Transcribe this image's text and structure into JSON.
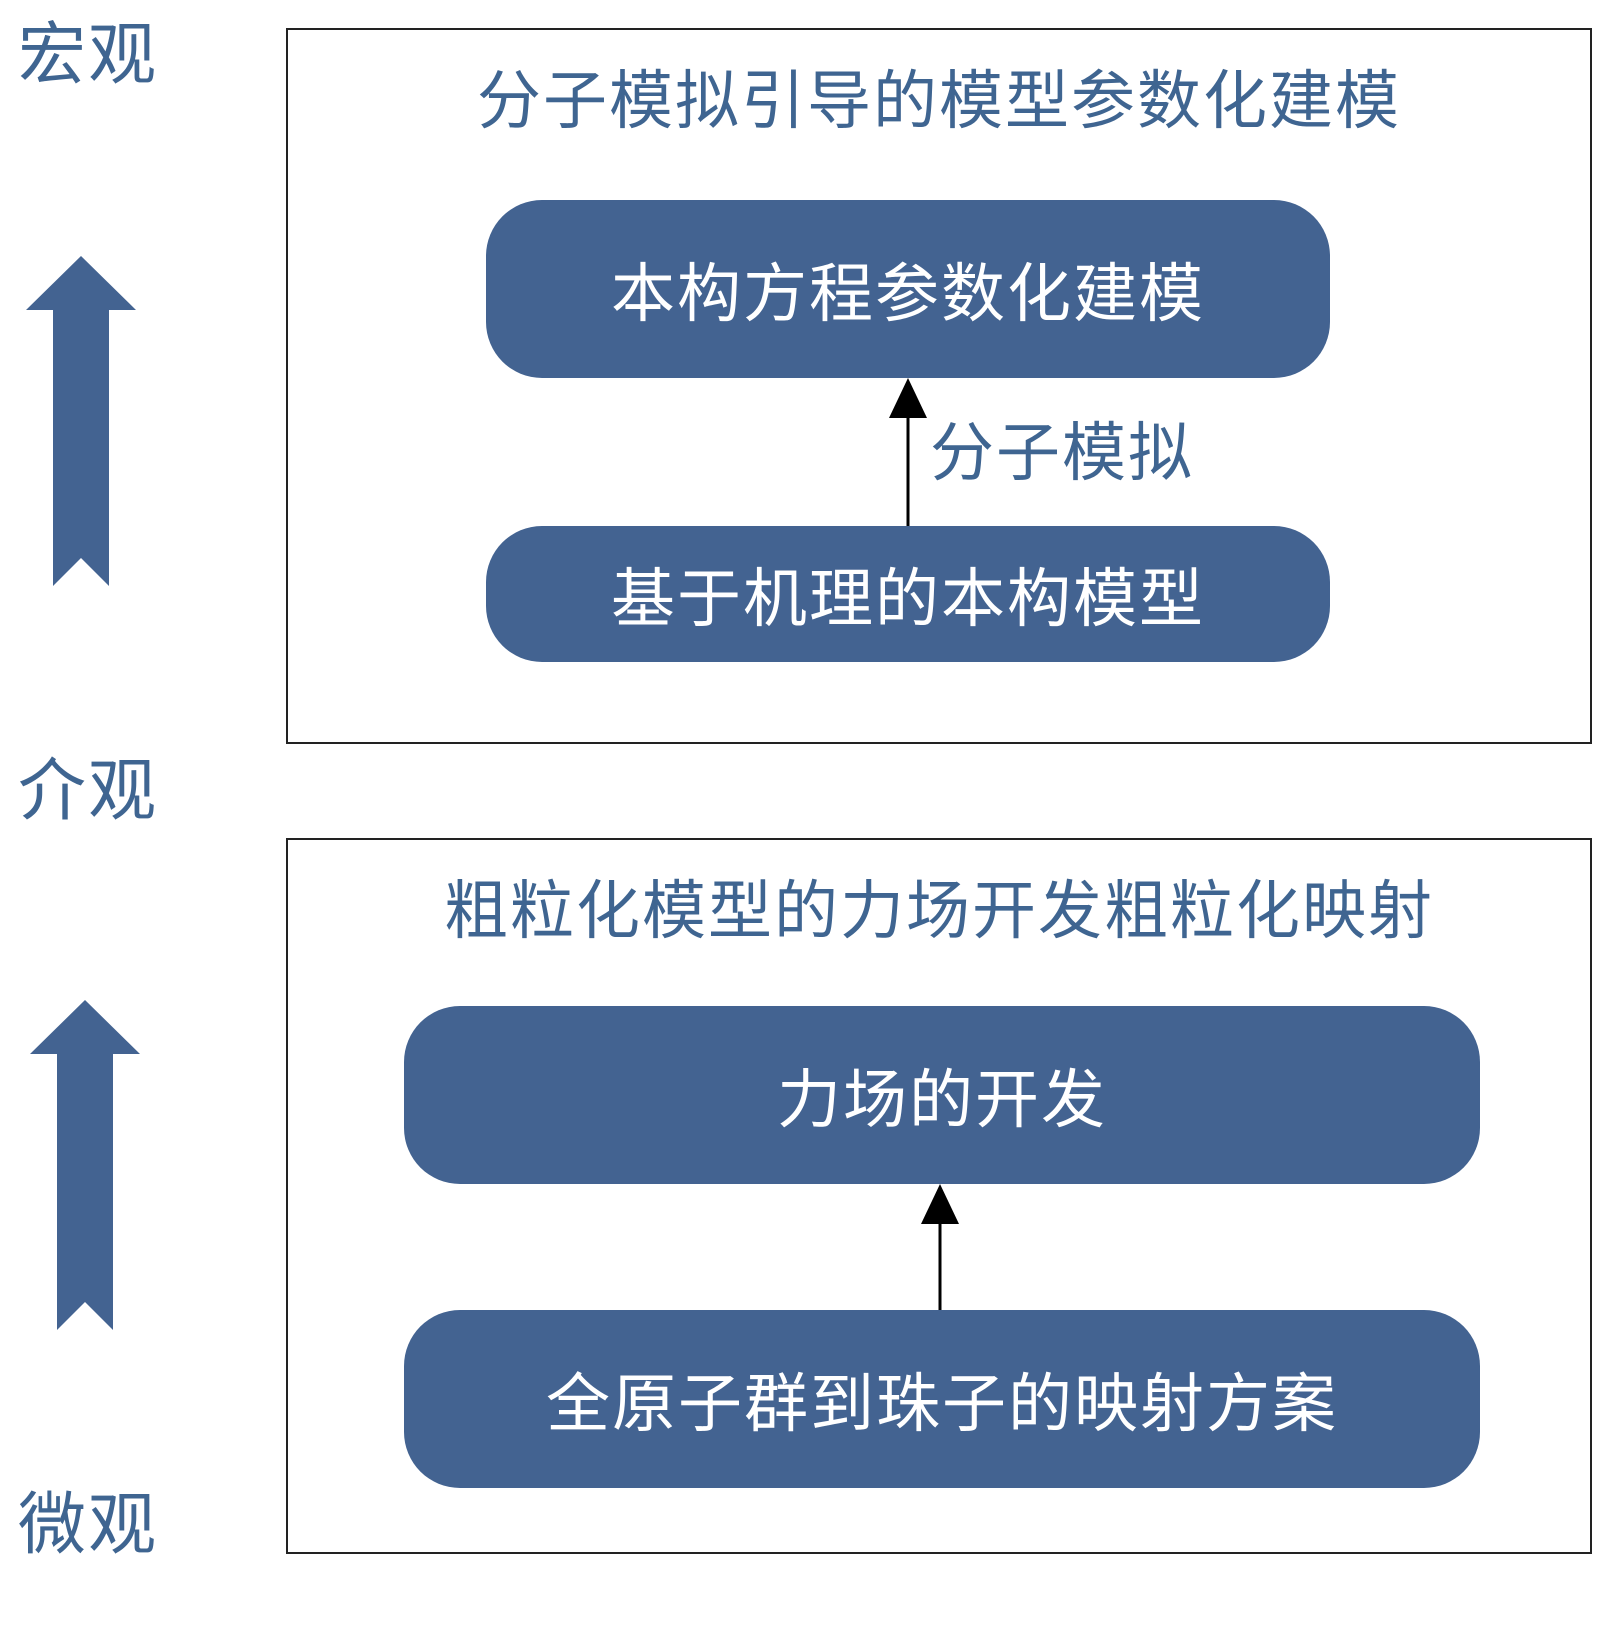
{
  "scale_labels": {
    "macro": "宏观",
    "meso": "介观",
    "micro": "微观"
  },
  "upper_panel": {
    "title": "分子模拟引导的模型参数化建模",
    "top_node": "本构方程参数化建模",
    "edge_label": "分子模拟",
    "bottom_node": "基于机理的本构模型"
  },
  "lower_panel": {
    "title": "粗粒化模型的力场开发粗粒化映射",
    "top_node": "力场的开发",
    "bottom_node": "全原子群到珠子的映射方案"
  },
  "colors": {
    "node_fill": "#436391",
    "label_text": "#3f6591",
    "arrow_fill": "#436391",
    "connector": "#000000"
  }
}
